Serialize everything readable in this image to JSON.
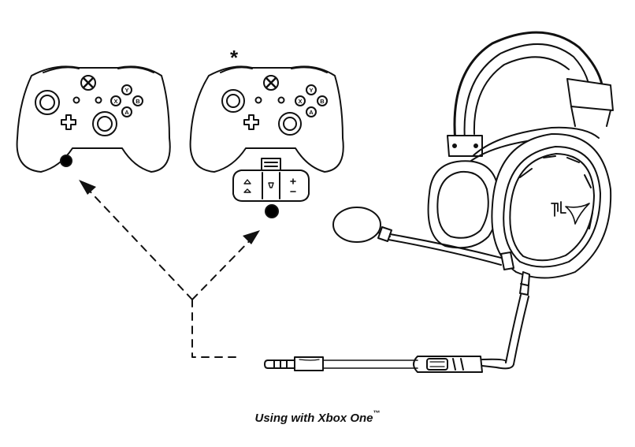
{
  "caption": {
    "text": "Using with Xbox One",
    "trademark": "™"
  },
  "asterisk": "*",
  "controller_buttons": {
    "y": "Y",
    "x": "X",
    "b": "B",
    "a": "A"
  },
  "colors": {
    "line": "#111111",
    "fill": "#ffffff",
    "jack": "#000000"
  },
  "icons": [
    "xbox-controller-icon",
    "headset-adapter-icon",
    "headset-icon",
    "audio-jack-icon",
    "dashed-arrow-icon"
  ]
}
